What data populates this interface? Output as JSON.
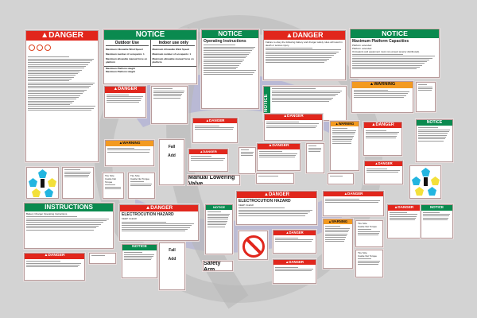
{
  "colors": {
    "danger": "#e1261c",
    "notice": "#0a8a4f",
    "warning": "#f39a21",
    "background": "#d3d3d3",
    "watermark": "#8f8fd0"
  },
  "decals": [
    {
      "kind": "danger",
      "header": "DANGER",
      "lines": [],
      "icon": "prohibited-icon"
    },
    {
      "kind": "notice",
      "header": "NOTICE",
      "columns": [
        {
          "title": "Outdoor Use",
          "lines": [
            "Maximum Allowable Wind Speed",
            "Maximum number of occupants: 1",
            "Maximum allowable manual force on platform"
          ]
        },
        {
          "title": "Indoor use only",
          "lines": [
            "Maximum Allowable Wind Speed",
            "Maximum number of occupants: 1",
            "Maximum allowable manual force on platform"
          ]
        }
      ],
      "footer": [
        "Maximum Platform Height",
        "Maximum Platform Height"
      ]
    },
    {
      "kind": "notice",
      "header": "NOTICE",
      "lines": [
        "Operating Instructions"
      ]
    },
    {
      "kind": "danger",
      "header": "DANGER",
      "lines": [
        "Failure to obey the following battery and charger safety rules will result in death or serious injury."
      ]
    },
    {
      "kind": "notice",
      "header": "NOTICE",
      "lines": [
        "Maximum Platform Capacities",
        "Platform extended",
        "Platform extended",
        "Occupants and equipment must not exceed (evenly distributed)."
      ]
    },
    {
      "kind": "danger",
      "header": "DANGER",
      "lines": []
    },
    {
      "kind": "none",
      "lines": []
    },
    {
      "kind": "notice-side",
      "header": "NOTICE",
      "lines": []
    },
    {
      "kind": "warning",
      "header": "WARNING",
      "lines": []
    },
    {
      "kind": "none",
      "lines": []
    },
    {
      "kind": "warning",
      "header": "WARNING",
      "lines": []
    },
    {
      "kind": "fall-add",
      "lines": [
        "Fall",
        "Add"
      ]
    },
    {
      "kind": "danger",
      "header": "DANGER",
      "lines": []
    },
    {
      "kind": "danger",
      "header": "DANGER",
      "lines": []
    },
    {
      "kind": "label",
      "lines": [
        "Manual Lowering Valve"
      ]
    },
    {
      "kind": "pentagon",
      "lines": []
    },
    {
      "kind": "none",
      "lines": []
    },
    {
      "kind": "none",
      "lines": [
        "Tire Size",
        "Castle Nut Torque"
      ]
    },
    {
      "kind": "none",
      "lines": [
        "Tire Size",
        "Castle Nut Torque"
      ]
    },
    {
      "kind": "none",
      "lines": []
    },
    {
      "kind": "danger",
      "header": "DANGER",
      "lines": []
    },
    {
      "kind": "danger",
      "header": "DANGER",
      "lines": []
    },
    {
      "kind": "none",
      "lines": []
    },
    {
      "kind": "warning",
      "header": "WARNING",
      "lines": []
    },
    {
      "kind": "danger",
      "header": "DANGER",
      "lines": []
    },
    {
      "kind": "notice",
      "header": "NOTICE",
      "lines": []
    },
    {
      "kind": "danger",
      "header": "DANGER",
      "lines": []
    },
    {
      "kind": "pentagon",
      "lines": []
    },
    {
      "kind": "none",
      "lines": []
    },
    {
      "kind": "none",
      "lines": []
    },
    {
      "kind": "instructions",
      "header": "INSTRUCTIONS",
      "lines": [
        "Battery Charger Operating Instructions"
      ]
    },
    {
      "kind": "danger",
      "header": "DANGER",
      "lines": [
        "ELECTROCUTION HAZARD",
        "KEEP CLEAR"
      ]
    },
    {
      "kind": "notice",
      "header": "NOTICE",
      "lines": []
    },
    {
      "kind": "label",
      "lines": [
        "Safety Arm"
      ]
    },
    {
      "kind": "notice",
      "header": "NOTICE",
      "lines": []
    },
    {
      "kind": "fall-add",
      "lines": [
        "Fall",
        "Add"
      ]
    },
    {
      "kind": "danger",
      "header": "DANGER",
      "lines": []
    },
    {
      "kind": "none",
      "lines": []
    },
    {
      "kind": "danger",
      "header": "DANGER",
      "lines": [
        "ELECTROCUTION HAZARD",
        "KEEP CLEAR"
      ]
    },
    {
      "kind": "nosmoking",
      "lines": []
    },
    {
      "kind": "danger",
      "header": "DANGER",
      "lines": []
    },
    {
      "kind": "danger",
      "header": "DANGER",
      "lines": []
    },
    {
      "kind": "danger",
      "header": "DANGER",
      "lines": []
    },
    {
      "kind": "warning",
      "header": "WARNING",
      "lines": []
    },
    {
      "kind": "none",
      "lines": [
        "Tire Size",
        "Castle Nut Torque"
      ]
    },
    {
      "kind": "none",
      "lines": [
        "Tire Size",
        "Castle Nut Torque"
      ]
    },
    {
      "kind": "danger",
      "header": "DANGER",
      "lines": []
    },
    {
      "kind": "notice",
      "header": "NOTICE",
      "lines": []
    }
  ]
}
